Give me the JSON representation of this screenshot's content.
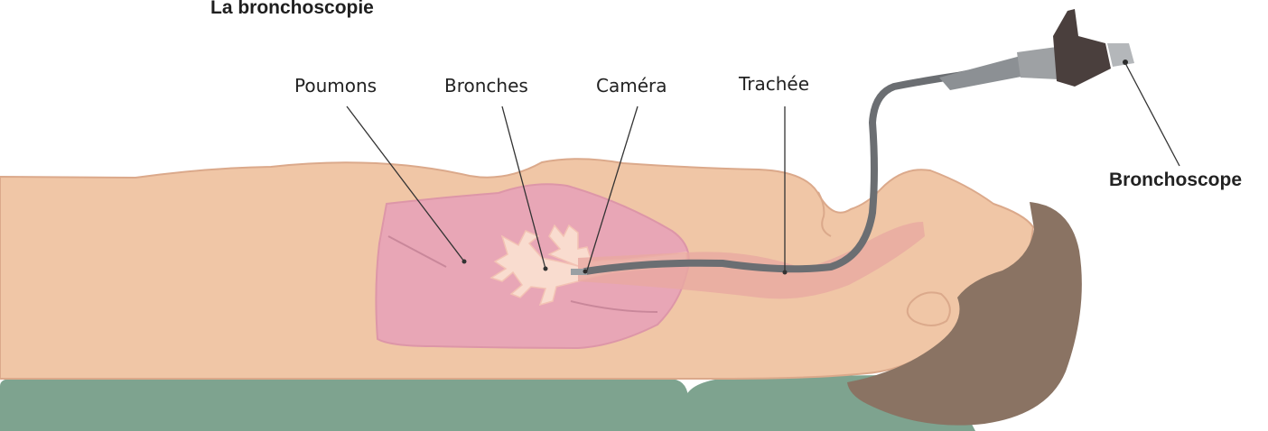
{
  "title": "La bronchoscopie",
  "labels": {
    "poumons": "Poumons",
    "bronches": "Bronches",
    "camera": "Caméra",
    "trachee": "Trachée",
    "bronchoscope": "Bronchoscope"
  },
  "colors": {
    "skin": "#f0c6a6",
    "skin_outline": "#dba98b",
    "lung": "#e8a6b6",
    "bronchi": "#f9dccf",
    "trachea": "#e9a9a1",
    "hair": "#8a7363",
    "mattress": "#7ea38f",
    "scope_tube": "#6b6e72",
    "scope_handle": "#4a3f3d",
    "leader_line": "#333333"
  }
}
